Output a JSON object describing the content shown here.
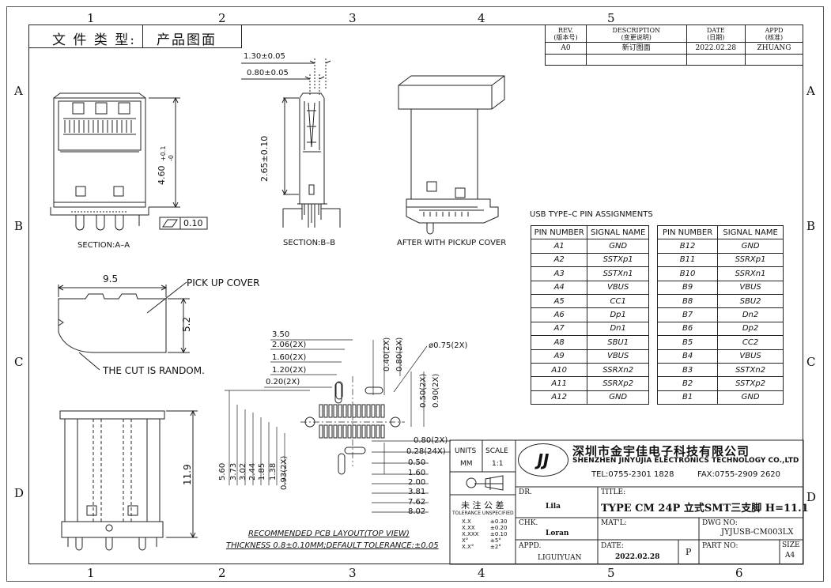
{
  "grid": {
    "top": [
      "1",
      "2",
      "3",
      "4",
      "5"
    ],
    "bottom": [
      "1",
      "2",
      "3",
      "4",
      "5",
      "6"
    ],
    "left": [
      "A",
      "B",
      "C",
      "D"
    ],
    "right": [
      "A",
      "B",
      "C",
      "D"
    ]
  },
  "doc_type": {
    "label": "文 件 类 型:",
    "value": "产品图面"
  },
  "revision": {
    "headers": [
      {
        "en": "REV.",
        "cn": "(版本号)"
      },
      {
        "en": "DESCRIPTION",
        "cn": "(变更说明)"
      },
      {
        "en": "DATE",
        "cn": "(日期)"
      },
      {
        "en": "APPD",
        "cn": "(核准)"
      }
    ],
    "row": {
      "rev": "A0",
      "desc": "新订图面",
      "date": "2022.02.28",
      "appd": "ZHUANG"
    }
  },
  "dims_top": {
    "d130": "1.30±0.05",
    "d080": "0.80±0.05",
    "d265": "2.65±0.10",
    "d460": "4.60",
    "d460_tol_up": "+0.1",
    "d460_tol_dn": "-0",
    "flatness": "0.10"
  },
  "labels": {
    "section_a": "SECTION:A–A",
    "section_b": "SECTION:B–B",
    "after_cover": "AFTER WITH PICKUP COVER",
    "pickup_cover": "PICK UP COVER",
    "cut_random": "THE CUT IS RANDOM.",
    "w95": "9.5",
    "h52": "5.2",
    "h119": "11.9"
  },
  "pcb": {
    "left_dims": [
      "3.50",
      "2.06(2X)",
      "1.60(2X)",
      "1.20(2X)",
      "0.20(2X)"
    ],
    "top_dims": [
      "0.40(2X)",
      "0.80(2X)",
      "ø0.75(2X)",
      "0.50(2X)",
      "0.90(2X)"
    ],
    "right_dims": [
      "0.80(2X)",
      "0.28(24X)",
      "0.50",
      "1.60",
      "2.00",
      "3.81",
      "7.62",
      "8.02"
    ],
    "vertical_dims": [
      "5.60",
      "3.73",
      "3.02",
      "2.44",
      "1.85",
      "1.38",
      "0.93(2X)"
    ],
    "caption1": "RECOMMENDED PCB LAYOUT(TOP VIEW)",
    "caption2": "THICKNESS 0.8±0.10MM;DEFAULT TOLERANCE:±0.05"
  },
  "pin_assign": {
    "title": "USB TYPE–C PIN ASSIGNMENTS",
    "headers": [
      "PIN NUMBER",
      "SIGNAL NAME"
    ],
    "a": [
      [
        "A1",
        "GND"
      ],
      [
        "A2",
        "SSTXp1"
      ],
      [
        "A3",
        "SSTXn1"
      ],
      [
        "A4",
        "VBUS"
      ],
      [
        "A5",
        "CC1"
      ],
      [
        "A6",
        "Dp1"
      ],
      [
        "A7",
        "Dn1"
      ],
      [
        "A8",
        "SBU1"
      ],
      [
        "A9",
        "VBUS"
      ],
      [
        "A10",
        "SSRXn2"
      ],
      [
        "A11",
        "SSRXp2"
      ],
      [
        "A12",
        "GND"
      ]
    ],
    "b": [
      [
        "B12",
        "GND"
      ],
      [
        "B11",
        "SSRXp1"
      ],
      [
        "B10",
        "SSRXn1"
      ],
      [
        "B9",
        "VBUS"
      ],
      [
        "B8",
        "SBU2"
      ],
      [
        "B7",
        "Dn2"
      ],
      [
        "B6",
        "Dp2"
      ],
      [
        "B5",
        "CC2"
      ],
      [
        "B4",
        "VBUS"
      ],
      [
        "B3",
        "SSTXn2"
      ],
      [
        "B2",
        "SSTXp2"
      ],
      [
        "B1",
        "GND"
      ]
    ]
  },
  "title_block": {
    "units_label": "UNITS",
    "units_val": "MM",
    "scale_label": "SCALE",
    "scale_val": "1:1",
    "tolerance_cn": "未 注 公 差",
    "tolerance_en": "TOLERANCE UNSPECIFIED",
    "tol_rows": [
      [
        "X.X",
        "±0.30"
      ],
      [
        "X.XX",
        "±0.20"
      ],
      [
        "X.XXX",
        "±0.10"
      ],
      [
        "X°",
        "±5°"
      ],
      [
        "X.X°",
        "±2°"
      ]
    ],
    "logo": "JJ",
    "company_cn": "深圳市金宇佳电子科技有限公司",
    "company_en": "SHENZHEN JINYUJIA ELECTRONICS TECHNOLOGY CO.,LTD",
    "tel": "TEL:0755-2301 1828",
    "fax": "FAX:0755-2909 2620",
    "dr_label": "DR.",
    "dr_val": "Lila",
    "chk_label": "CHK.",
    "chk_val": "Loran",
    "appd_label": "APPD.",
    "appd_val": "LIGUIYUAN",
    "title_label": "TITLE:",
    "title_val": "TYPE CM 24P 立式SMT三支脚 H=11.1",
    "matl_label": "MAT'L:",
    "dwg_label": "DWG NO:",
    "dwg_val": "JYJUSB-CM003LX",
    "date_label": "DATE:",
    "date_val": "2022.02.28",
    "p_label": "P",
    "partno_label": "PART NO:",
    "size_label": "SIZE",
    "size_val": "A4"
  }
}
